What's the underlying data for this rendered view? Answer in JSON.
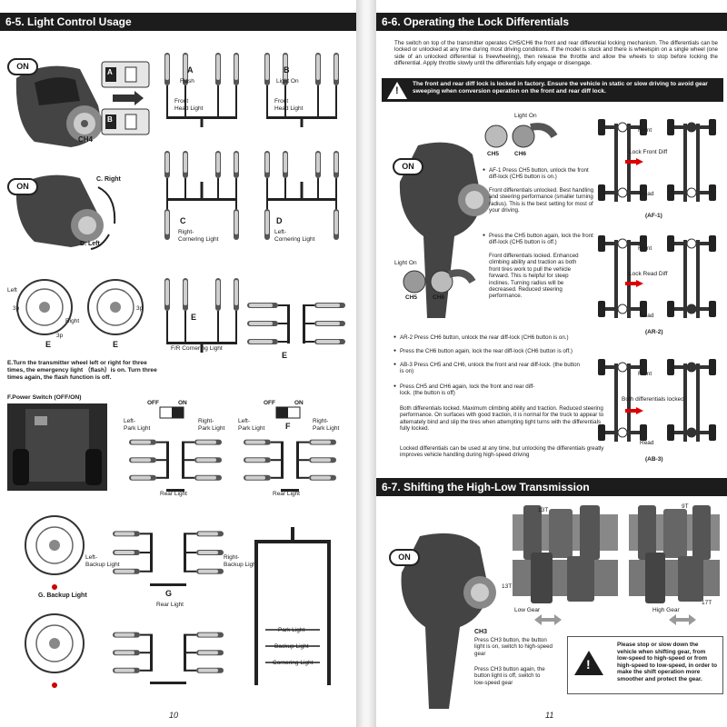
{
  "left_page": {
    "section_title": "6-5. Light Control Usage",
    "on_label": "ON",
    "ch4_label": "CH4",
    "switch_a": "A",
    "switch_b": "B",
    "light_a": {
      "letter": "A",
      "mode": "Flash",
      "part": "Front\nHead Light"
    },
    "light_b": {
      "letter": "B",
      "mode": "Light On",
      "part": "Front\nHead Light"
    },
    "turn_right": "C. Right",
    "turn_left": "D. Left",
    "light_c": {
      "letter": "C",
      "part": "Right-\nCornering Light"
    },
    "light_d": {
      "letter": "D",
      "part": "Left-\nCornering Light"
    },
    "wheel_left": "Left",
    "wheel_right": "Right",
    "wheel_3p": "3p",
    "e_letter": "E",
    "e_part": "F/R Cornering Light",
    "e_caption": "E.Turn the transmitter wheel left or right for three times, the emergency light （flash）is on. Turn three times again, the flash function is off.",
    "power_switch": "F.Power Switch (OFF/ON)",
    "off_label": "OFF",
    "on_small": "ON",
    "left_park": "Left-\nPark Light",
    "right_park": "Right-\nPark Light",
    "rear_light": "Rear Light",
    "f_letter": "F",
    "backup_caption": "G. Backup Light",
    "left_backup": "Left-\nBackup Light",
    "right_backup": "Right-\nBackup Light",
    "g_letter": "G",
    "legend_park": "Park Light",
    "legend_backup": "Backup Light",
    "legend_cornering": "Cornering Light",
    "page_number": "10"
  },
  "right_page": {
    "section_title": "6-6. Operating the Lock Differentials",
    "intro": "The switch on top of the transmitter operates CH5/CH6 the front and rear differential locking mechanism. The differentials can be locked or unlocked at any time during most driving conditions. If the model is stuck and there is wheelspin on a single wheel (one side of an unlocked differential is freewheeling), then release the throttle and allow the wheels to stop before locking the differential. Apply throttle slowly until the differentials fully engage or disengage.",
    "warning": "The front and rear diff lock is locked in factory. Ensure the vehicle in static or slow driving to avoid gear sweeping when conversion operation on the front and rear diff lock.",
    "on_label": "ON",
    "light_on": "Light On",
    "ch5": "CH5",
    "ch6": "CH6",
    "af1_title": "AF-1 Press CH5 button, unlock the front diff-lock (CH5 button is on.)",
    "af1_body": "Front differentials unlocked. Best handling and steering performance (smaller turning radius). This is the best setting for most of your driving.",
    "ch5_again_title": "Press the CH5 button again, lock the front diff-lock (CH5 button is off.)",
    "ch5_again_body": "Front differentials locked. Enhanced climbing ability and traction as both front tires work to pull the vehicle forward. This is helpful for steep inclines. Turning radius will be decreased. Reduced steering performance.",
    "ar2_title": "AR-2 Press CH6 button, unlock the rear diff-lock (CH6 button is on.)",
    "ch6_again_title": "Press the CH6 button again, lock the rear diff-lock (CH6 button is off.)",
    "ab3_title": "AB-3 Press CH5 and CH6, unlock the front and rear diff-lock. (the button is on)",
    "both_title": "Press CH5 and CH6 again, lock the front and rear diff-lock. (the button is off)",
    "both_body": "Both differentials locked. Maximum climbing ability and traction. Reduced steering performance. On surfaces with good traction, it is normal for the truck to appear to alternately bind and slip the tires when attempting tight turns with the differentials fully locked.",
    "anytime_body": "Locked differentials can be used at any time, but unlocking the differentials greatly improves vehicle handling during high-speed driving",
    "diagram_front": "Front",
    "diagram_read": "Read",
    "lock_front_diff": "Lock Front Diff",
    "lock_read_diff": "Lock Read Diff",
    "both_locked": "Both differentials locked",
    "af1": "(AF-1)",
    "ar2": "(AR-2)",
    "ab3": "(AB-3)",
    "section2_title": "6-7. Shifting the High-Low Transmission",
    "gear_13t_top": "13T",
    "gear_13t_bottom": "13T",
    "gear_9t": "9T",
    "gear_17t": "17T",
    "low_gear": "Low Gear",
    "high_gear": "High Gear",
    "ch3": "CH3",
    "ch3_body1": "Press CH3 button, the button light is on, switch to high-speed gear",
    "ch3_body2": "Press CH3 button again, the button light is off, switch to low-speed gear",
    "note": "Please stop or slow down the vehicle when shifting gear, from low-speed to high-speed or from high-speed to low-speed, in order to make the shift operation more smoother and protect the gear.",
    "page_number": "11"
  }
}
